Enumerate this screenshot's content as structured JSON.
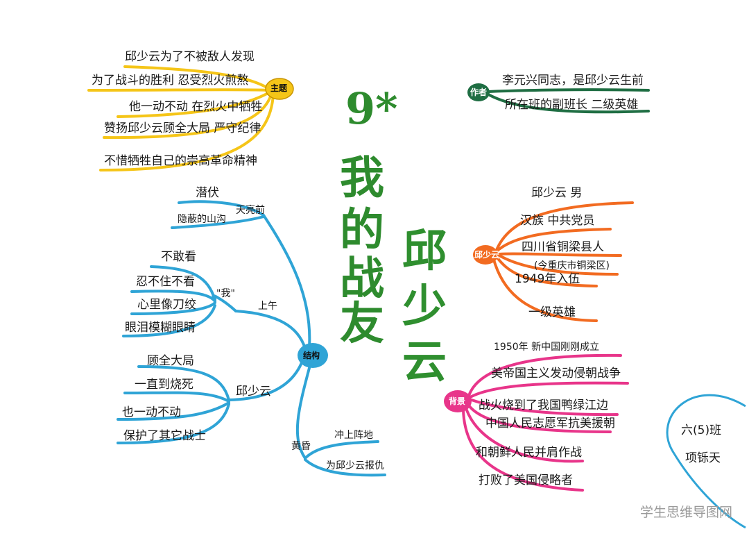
{
  "title": {
    "number": "9*",
    "line1": "我",
    "line2": "的",
    "line3": "战",
    "line4": "友"
  },
  "hero": {
    "c1": "邱",
    "c2": "少",
    "c3": "云"
  },
  "colors": {
    "yellow": "#f5c518",
    "teal": "#1f6e43",
    "orange": "#f26b21",
    "pink": "#e8358a",
    "blue": "#2fa4d6",
    "green_title": "#2e8b2e"
  },
  "theme": {
    "node": "主题",
    "items": [
      "邱少云为了不被敌人发现",
      "为了战斗的胜利  忍受烈火煎熬",
      "他一动不动  在烈火中牺牲",
      "赞扬邱少云顾全大局  严守纪律",
      "不惜牺牲自己的崇高革命精神"
    ]
  },
  "author": {
    "node": "作者",
    "items": [
      "李元兴同志，是邱少云生前",
      "所在班的副班长  二级英雄"
    ]
  },
  "person": {
    "node": "邱少云",
    "items": [
      "邱少云    男",
      "汉族    中共党员",
      "四川省铜梁县人",
      "(今重庆市铜梁区)",
      "1949年入伍",
      "一级英雄"
    ]
  },
  "background": {
    "node": "背景",
    "items": [
      "1950年   新中国刚刚成立",
      "美帝国主义发动侵朝战争",
      "战火烧到了我国鸭绿江边",
      "中国人民志愿军抗美援朝",
      "和朝鲜人民并肩作战",
      "打败了美国侵略者"
    ]
  },
  "structure": {
    "node": "结构",
    "before": {
      "label": "天亮前",
      "items": [
        "潜伏",
        "隐蔽的山沟"
      ]
    },
    "morning": {
      "label": "上午",
      "me": {
        "label": "\"我\"",
        "items": [
          "不敢看",
          "忍不住不看",
          "心里像刀绞",
          "眼泪模糊眼睛"
        ]
      }
    },
    "qiu": {
      "label": "邱少云",
      "items": [
        "顾全大局",
        "一直到烧死",
        "也一动不动",
        "保护了其它战士"
      ]
    },
    "dusk": {
      "label": "黄昏",
      "items": [
        "冲上阵地",
        "为邱少云报仇"
      ]
    }
  },
  "signature": {
    "class": "六(5)班",
    "name": "项铄天"
  },
  "watermark": "学生思维导图网"
}
